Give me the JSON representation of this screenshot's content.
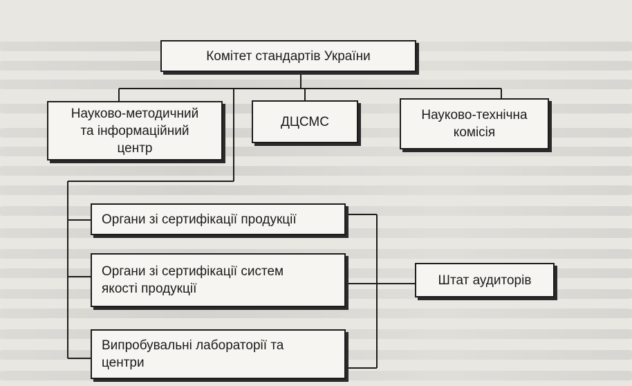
{
  "diagram": {
    "root": {
      "label": "Комітет стандартів України"
    },
    "level1": [
      {
        "line1": "Науково-методичний",
        "line2": "та інформаційний",
        "line3": "центр"
      },
      {
        "line1": "ДЦСМС"
      },
      {
        "line1": "Науково-технічна",
        "line2": "комісія"
      }
    ],
    "level2": [
      {
        "line1": "Органи зі сертифікації продукції"
      },
      {
        "line1": "Органи зі сертифікації систем",
        "line2": "якості продукції"
      },
      {
        "line1": "Випробувальні лабораторії та",
        "line2": "центри"
      }
    ],
    "side": {
      "label": "Штат аудиторів"
    }
  }
}
